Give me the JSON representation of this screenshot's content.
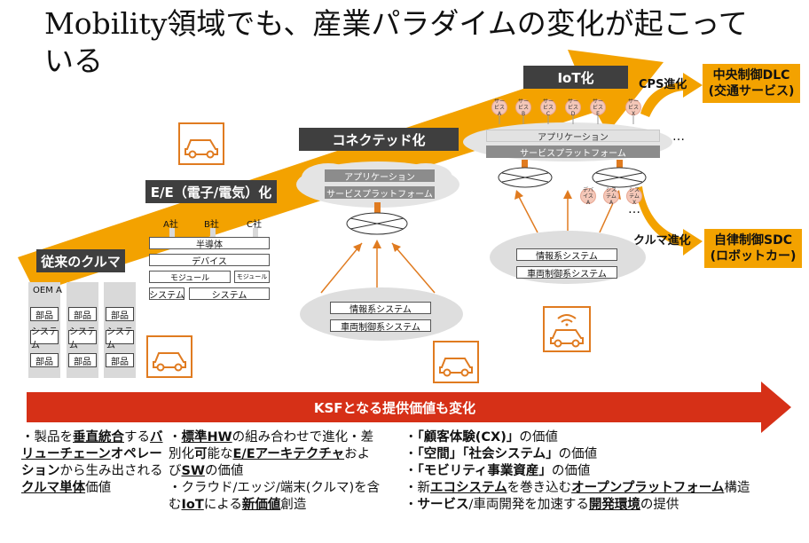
{
  "title": {
    "line1": "Mobility領域でも、産業パラダイムの変化が起こって",
    "line2": "いる"
  },
  "stages": {
    "conventional": "従来のクルマ",
    "ee": "E/E（電子/電気）化",
    "connected": "コネクテッド化",
    "iot": "IoT化"
  },
  "conventional": {
    "oem_label": "OEM A",
    "part": "部品",
    "system": "システム"
  },
  "ee": {
    "companies": [
      "A社",
      "B社",
      "C社"
    ],
    "semiconductor": "半導体",
    "device": "デバイス",
    "module": "モジュール",
    "module_small": "モジュール",
    "system_left": "システム",
    "system_right": "システム"
  },
  "connected": {
    "application": "アプリケーション",
    "service_platform": "サービスプラットフォーム",
    "info_system": "情報系システム",
    "vehicle_control": "車両制御系システム"
  },
  "iot": {
    "services": [
      {
        "l1": "サービス",
        "l2": "A"
      },
      {
        "l1": "サービス",
        "l2": "B"
      },
      {
        "l1": "サービス",
        "l2": "C"
      },
      {
        "l1": "サービス",
        "l2": "D"
      },
      {
        "l1": "サービス",
        "l2": "E"
      },
      {
        "l1": "サービス",
        "l2": "X"
      }
    ],
    "application": "アプリケーション",
    "service_platform": "サービスプラットフォーム",
    "ellipsis": "…",
    "devices": [
      {
        "l1": "デバイス",
        "l2": "A"
      },
      {
        "l1": "システム",
        "l2": "A"
      },
      {
        "l1": "システム",
        "l2": "X"
      }
    ],
    "ellipsis2": "…",
    "info_system": "情報系システム",
    "vehicle_control": "車両制御系システム"
  },
  "evolution": {
    "cps": "CPS進化",
    "car": "クルマ進化"
  },
  "outcomes": {
    "dlc_line1": "中央制御DLC",
    "dlc_line2": "(交通サービス)",
    "sdc_line1": "自律制御SDC",
    "sdc_line2": "(ロボットカー)"
  },
  "ksf": "KSFとなる提供価値も変化",
  "colors": {
    "orange_arrow": "#f3a200",
    "red_arrow": "#d63017",
    "dark_label": "#3f3f3f",
    "car_icon": "#e07b20"
  }
}
